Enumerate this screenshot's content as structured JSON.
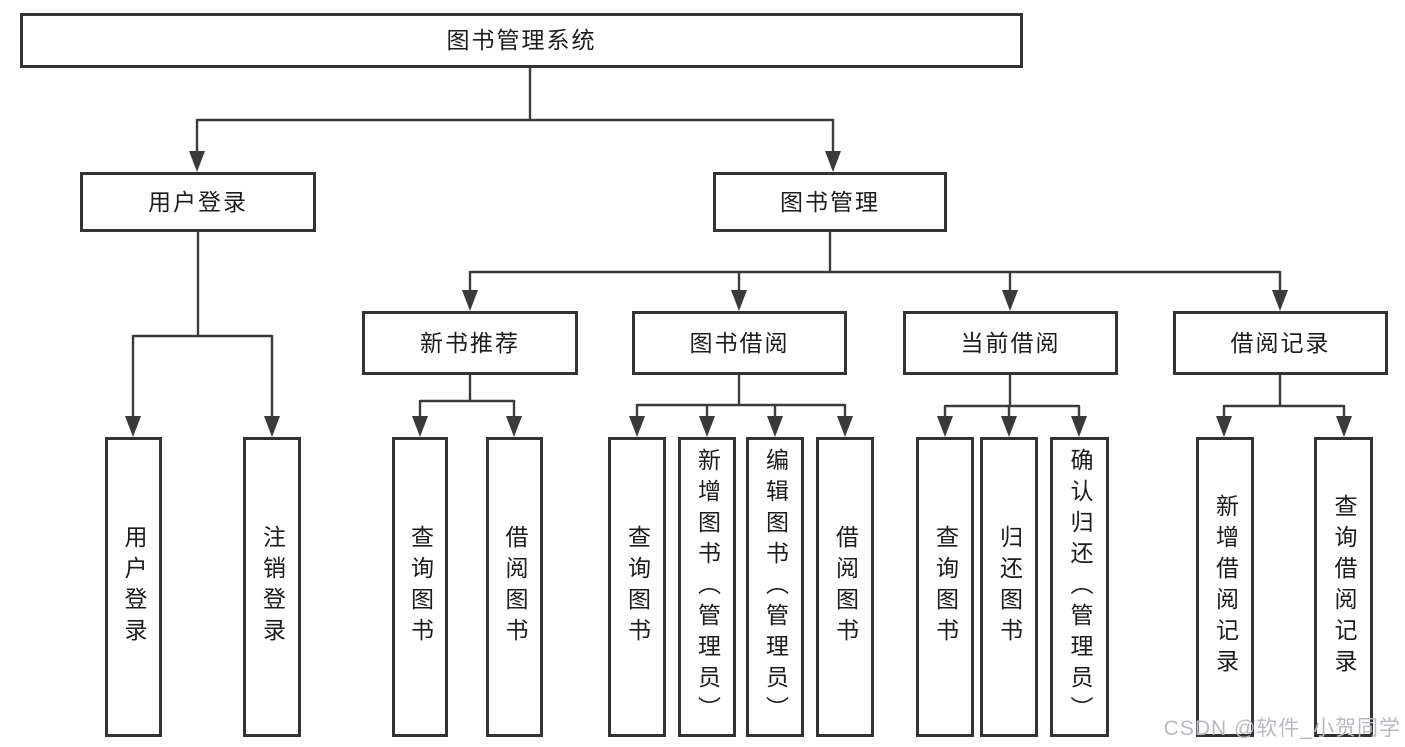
{
  "diagram": {
    "title": "图书管理系统",
    "level2": {
      "user_login": "用户登录",
      "book_mgmt": "图书管理"
    },
    "level3": {
      "new_books": "新书推荐",
      "book_borrow": "图书借阅",
      "current_borrow": "当前借阅",
      "borrow_records": "借阅记录"
    },
    "leaves": {
      "user_login": [
        "用户登录",
        "注销登录"
      ],
      "new_books": [
        "查询图书",
        "借阅图书"
      ],
      "book_borrow": [
        "查询图书",
        "新增图书（管理员）",
        "编辑图书（管理员）",
        "借阅图书"
      ],
      "current_borrow": [
        "查询图书",
        "归还图书",
        "确认归还（管理员）"
      ],
      "borrow_records": [
        "新增借阅记录",
        "查询借阅记录"
      ]
    }
  },
  "watermark": {
    "text": "CSDN @软件_小贺同学",
    "color": "#b7babf"
  },
  "colors": {
    "line": "#3a3a3a",
    "box_border": "#333333",
    "box_fill": "#ffffff",
    "text": "#1c1c1c"
  }
}
